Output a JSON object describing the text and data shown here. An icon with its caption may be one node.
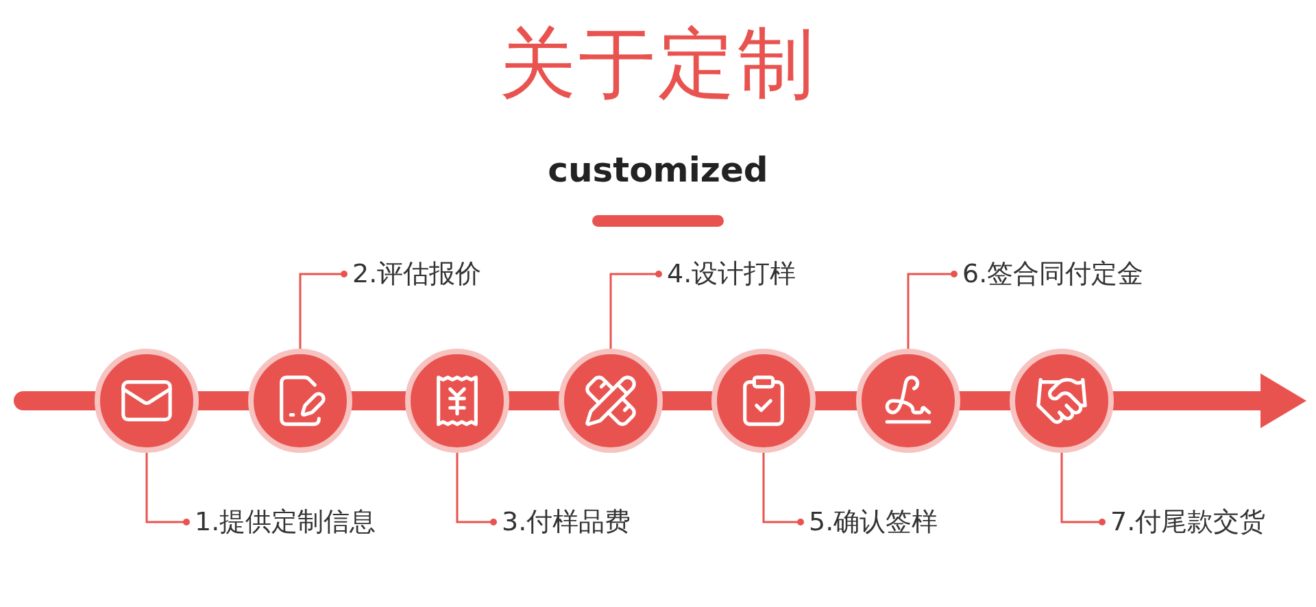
{
  "diagram": {
    "title": "关于定制",
    "nodes": [
      {
        "text": [
          "1.提供定制信息"
        ]
      },
      {
        "text": [
          "2.评估报价"
        ]
      },
      {
        "text": [
          "3.付样品费"
        ]
      },
      {
        "text": [
          "4.设计打样"
        ]
      },
      {
        "text": [
          "5.确认签样"
        ]
      },
      {
        "text": [
          "6.签合同付定金"
        ]
      },
      {
        "text": [
          "7.付尾款交货"
        ]
      },
      {
        "text": [],
        "shape": "circle"
      },
      {
        "text": [],
        "shape": "circle"
      },
      {
        "text": [],
        "shape": "circle"
      },
      {
        "text": [],
        "shape": "circle"
      },
      {
        "text": [],
        "shape": "circle"
      },
      {
        "text": [],
        "shape": "circle"
      },
      {
        "text": [],
        "shape": "circle"
      }
    ],
    "edges": [
      {
        "from": 0,
        "to": 7,
        "arrow": "other"
      },
      {
        "from": 1,
        "to": 8,
        "arrow": "other"
      },
      {
        "from": 2,
        "to": 9,
        "arrow": "other"
      },
      {
        "from": 3,
        "to": 10,
        "arrow": "other"
      },
      {
        "from": 4,
        "to": 11,
        "arrow": "other"
      },
      {
        "from": 5,
        "to": 12,
        "arrow": "other"
      },
      {
        "from": 6,
        "to": 13,
        "arrow": "other"
      },
      {
        "from": null,
        "to": 7,
        "arrow": "none"
      },
      {
        "from": 7,
        "to": 8,
        "arrow": "none"
      },
      {
        "from": 8,
        "to": 9,
        "arrow": "none"
      },
      {
        "from": 9,
        "to": 10,
        "arrow": "none"
      },
      {
        "from": 10,
        "to": 11,
        "arrow": "none"
      },
      {
        "from": 11,
        "to": 12,
        "arrow": "none"
      },
      {
        "from": 12,
        "to": 13,
        "arrow": "none"
      },
      {
        "from": 13,
        "to": null,
        "arrow": "to"
      }
    ],
    "labels": [
      "customized"
    ]
  }
}
